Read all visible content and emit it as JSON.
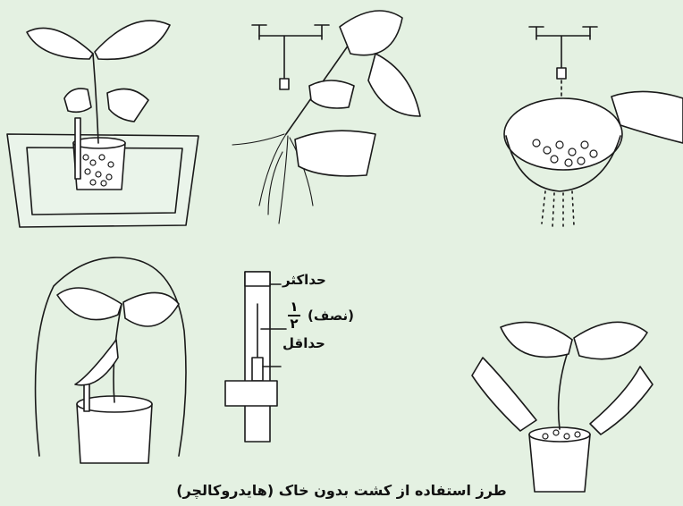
{
  "gauge_labels": {
    "max": "حداکثر",
    "half_num": "۱",
    "half_den": "۲",
    "half_text": "(نصف)",
    "min": "حداقل"
  },
  "caption": "طرز استفاده از کشت بدون خاک (هایدروکالچر)"
}
